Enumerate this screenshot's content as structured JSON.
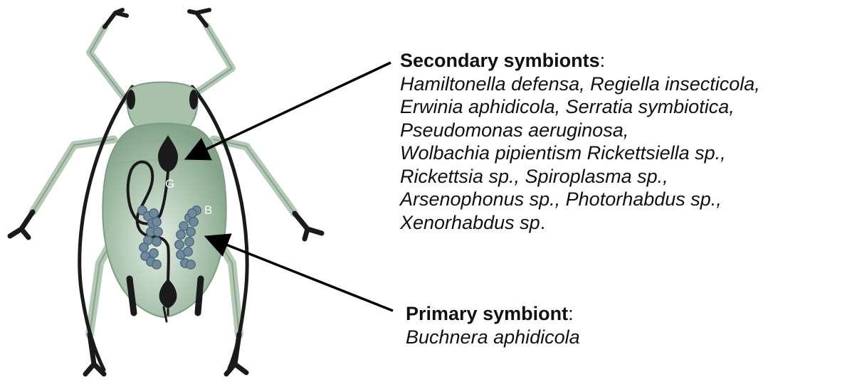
{
  "labels": {
    "gut": "G",
    "bacteriome": "B"
  },
  "secondary": {
    "title": "Secondary symbionts",
    "title_suffix": ":",
    "lines": [
      {
        "text": "Hamiltonella defensa, Regiella insecticola,",
        "tail": ""
      },
      {
        "text": "Erwinia aphidicola, Serratia symbiotica,",
        "tail": ""
      },
      {
        "text": "Pseudomonas aeruginosa,",
        "tail": ""
      },
      {
        "text": "Wolbachia pipientism Rickettsiella sp.,",
        "tail": ""
      },
      {
        "text": "Rickettsia sp., Spiroplasma sp.,",
        "tail": ""
      },
      {
        "text": "Arsenophonus sp., Photorhabdus sp.,",
        "tail": ""
      },
      {
        "text": "Xenorhabdus sp",
        "tail": "."
      }
    ]
  },
  "primary": {
    "title": "Primary symbiont",
    "title_suffix": ":",
    "species": "Buchnera aphidicola"
  },
  "colors": {
    "body_fill": "#9ab89e",
    "body_light": "#c9dccb",
    "outline": "#1a1a1a",
    "bacteriocyte": "#6f8a9c",
    "bacteriocyte_edge": "#50697c",
    "text": "#111111"
  }
}
